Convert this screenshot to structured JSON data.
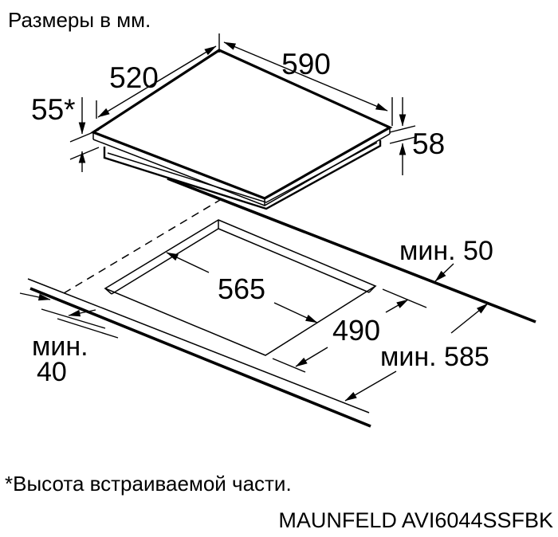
{
  "header": {
    "title": "Размеры в мм."
  },
  "hob_dimensions": {
    "depth": "520",
    "width": "590",
    "builtin_height": "55*",
    "total_height": "58"
  },
  "cutout_dimensions": {
    "width": "565",
    "depth": "490"
  },
  "clearances": {
    "rear_min": "мин. 50",
    "front_min_word": "мин.",
    "front_min_value": "40",
    "worktop_depth_min": "мин. 585"
  },
  "footer": {
    "footnote": "*Высота встраиваемой части.",
    "model": "MAUNFELD AVI6044SSFBK"
  },
  "drawing": {
    "line_color": "#000000",
    "background_color": "#ffffff"
  }
}
